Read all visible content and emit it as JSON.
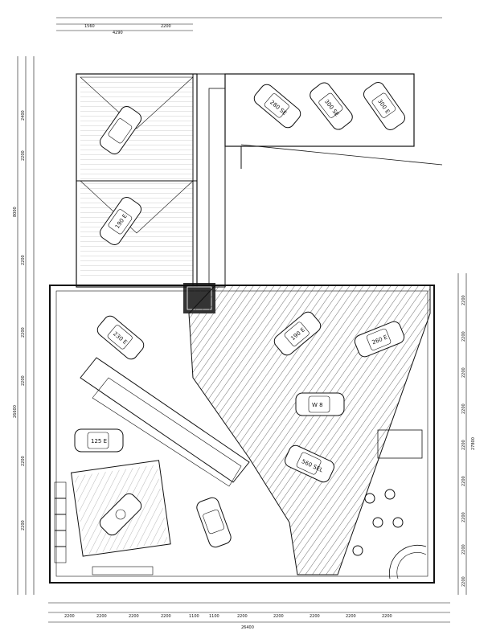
{
  "dimensions": {
    "bottom_overall": "26400",
    "bottom_row": [
      "2200",
      "2200",
      "2200",
      "2200",
      "1100",
      "1100",
      "2200",
      "2200",
      "2200",
      "2200",
      "2200"
    ],
    "left_row": [
      "2400",
      "2200",
      "2200",
      "2200",
      "2200",
      "2200",
      "2200"
    ],
    "right_overall": "27800",
    "right_row": [
      "2200",
      "2200",
      "2200",
      "2200",
      "2200",
      "2200",
      "2200",
      "2200",
      "2200"
    ],
    "left_overall_upper": "8000",
    "left_overall_lower": "26600",
    "top_a": "4290",
    "top_b": "1560",
    "top_c": "2200"
  },
  "cars": [
    {
      "id": "sedan-top-1",
      "label": "280 SE"
    },
    {
      "id": "sedan-top-2",
      "label": "300 SE"
    },
    {
      "id": "sedan-top-3",
      "label": "300 E"
    },
    {
      "id": "ramp-car-1",
      "label": ""
    },
    {
      "id": "ramp-car-2",
      "label": "190 E"
    },
    {
      "id": "car-left-1",
      "label": "230 E"
    },
    {
      "id": "car-center-1",
      "label": "190 E"
    },
    {
      "id": "car-center-2",
      "label": "260 E"
    },
    {
      "id": "car-center-3",
      "label": "W 8"
    },
    {
      "id": "car-center-4",
      "label": "560 SEL"
    },
    {
      "id": "car-left-2",
      "label": "125 E"
    },
    {
      "id": "car-bottom",
      "label": ""
    }
  ]
}
